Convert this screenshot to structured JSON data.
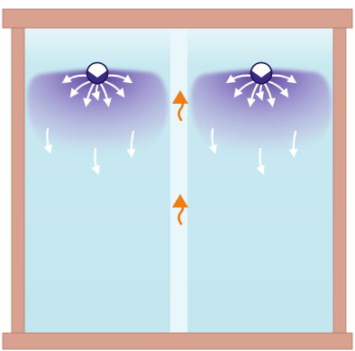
{
  "diagram": {
    "colors": {
      "frame": "#d9a18f",
      "frame_edge": "#b07c6c",
      "room_air": "#c3e6ef",
      "room_air_top": "#e8f5f9",
      "rising_column": "#e9f6fa",
      "plume_core": "#5a3a9c",
      "plume_mid": "#9a82c7",
      "plume_edge": "#c3e6ef",
      "outlet_fill": "#3d2a86",
      "outlet_cap": "#ffffff",
      "supply_arrow": "#ffffff",
      "return_arrow": "#f07d16"
    },
    "icons": {
      "ceiling_outlet": "swirl-diffuser-icon",
      "supply_arrow": "arrow-down-icon",
      "return_arrow": "wavy-arrow-up-icon"
    },
    "outlets": [
      {
        "name": "left"
      },
      {
        "name": "right"
      }
    ],
    "return_arrows_count": 2
  }
}
